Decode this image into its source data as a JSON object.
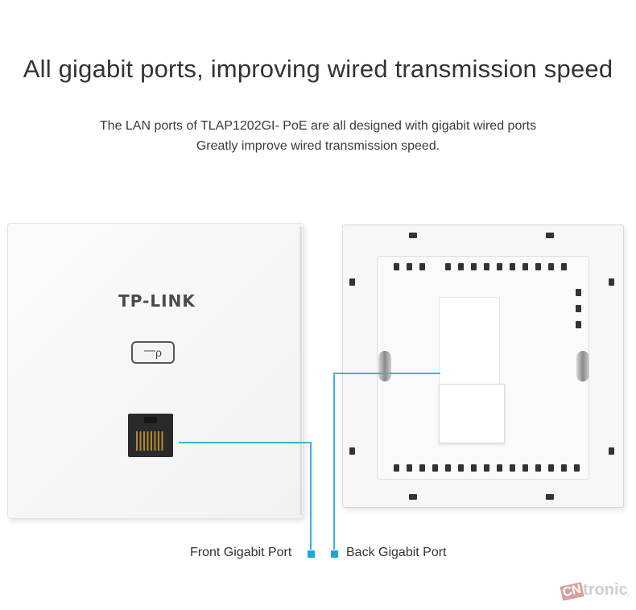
{
  "headline": "All gigabit ports, improving wired transmission speed",
  "subtitle_line1": "The LAN ports of TLAP1202GI- PoE are all designed with gigabit wired ports",
  "subtitle_line2": "Greatly improve wired transmission speed.",
  "front_panel": {
    "logo": "TP-LINK",
    "led_symbol": "⎻ρ"
  },
  "labels": {
    "front_port": "Front Gigabit Port",
    "back_port": "Back Gigabit Port"
  },
  "watermark": {
    "prefix": "CN",
    "suffix": "tronic"
  },
  "colors": {
    "callout": "#1aa7df",
    "text": "#333333"
  }
}
